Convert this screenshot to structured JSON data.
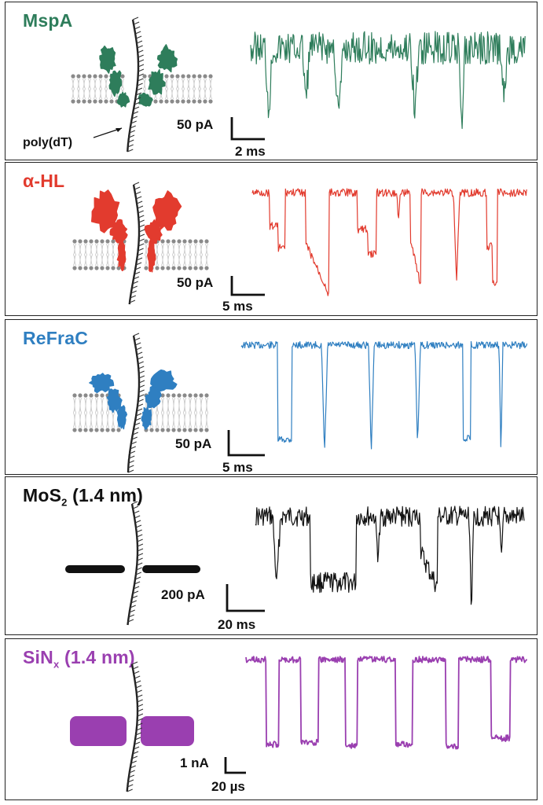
{
  "panels": [
    {
      "id": "mspa",
      "title": "MspA",
      "color": "#2e7d5b",
      "pore_type": "protein",
      "scale_current": "50 pA",
      "scale_time": "2 ms",
      "events": 6,
      "annotation": "poly(dT)"
    },
    {
      "id": "ahl",
      "title": "α-HL",
      "color": "#e23b2e",
      "pore_type": "protein",
      "scale_current": "50 pA",
      "scale_time": "5 ms",
      "events": 7
    },
    {
      "id": "refrac",
      "title": "ReFraC",
      "color": "#2f7fc1",
      "pore_type": "protein",
      "scale_current": "50 pA",
      "scale_time": "5 ms",
      "events": 6
    },
    {
      "id": "mos2",
      "title_main": "MoS",
      "title_sub": "2",
      "title_rest": " (1.4 nm)",
      "color": "#111111",
      "pore_type": "2d-membrane",
      "scale_current": "200 pA",
      "scale_time": "20 ms",
      "events": 6
    },
    {
      "id": "sinx",
      "title_main": "SiN",
      "title_sub": "x",
      "title_rest": " (1.4 nm)",
      "color": "#9a3fb0",
      "pore_type": "solid-state",
      "scale_current": "1 nA",
      "scale_time": "20 µs",
      "events": 6
    }
  ]
}
